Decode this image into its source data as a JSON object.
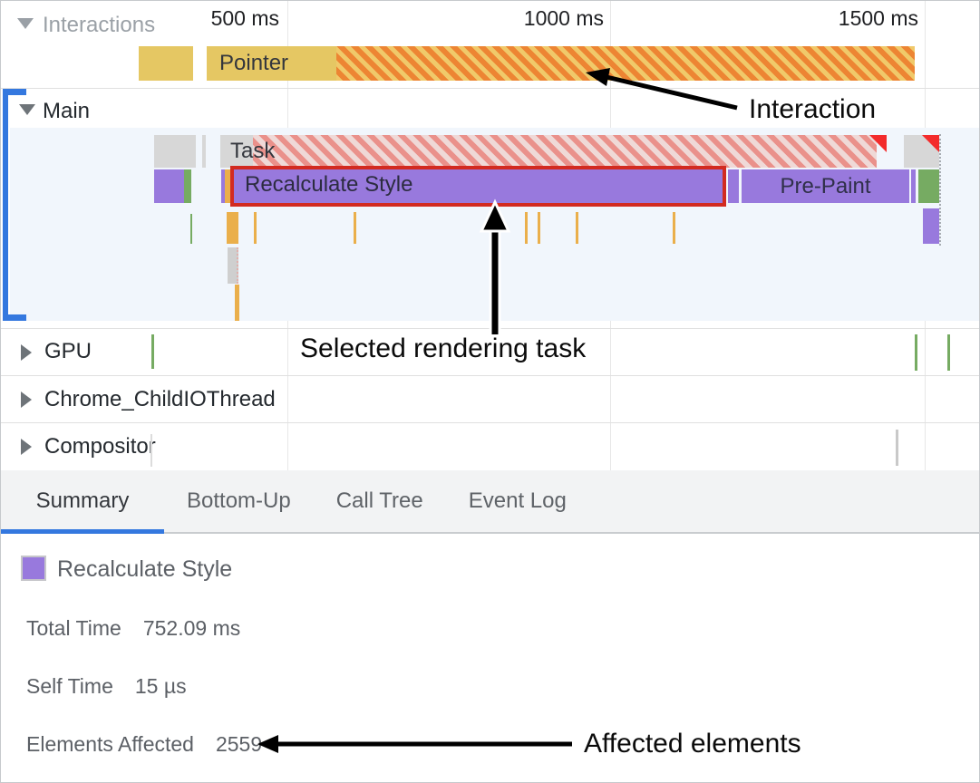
{
  "ruler": {
    "labels": [
      "500 ms",
      "1000 ms",
      "1500 ms"
    ]
  },
  "tracks": {
    "interactions": {
      "label": "Interactions",
      "pointer_label": "Pointer"
    },
    "main": {
      "label": "Main",
      "task_label": "Task",
      "selected_label": "Recalculate Style",
      "prepaint_label": "Pre-Paint"
    },
    "gpu": {
      "label": "GPU"
    },
    "chrome_childio": {
      "label": "Chrome_ChildIOThread"
    },
    "compositor": {
      "label": "Compositor"
    }
  },
  "tabs": [
    {
      "label": "Summary",
      "active": true
    },
    {
      "label": "Bottom-Up",
      "active": false
    },
    {
      "label": "Call Tree",
      "active": false
    },
    {
      "label": "Event Log",
      "active": false
    }
  ],
  "summary": {
    "title": "Recalculate Style",
    "rows": [
      {
        "label": "Total Time",
        "value": "752.09 ms"
      },
      {
        "label": "Self Time",
        "value": "15 µs"
      },
      {
        "label": "Elements Affected",
        "value": "2559"
      }
    ]
  },
  "annotations": {
    "interaction": "Interaction",
    "selected_task": "Selected rendering task",
    "affected": "Affected elements"
  },
  "colors": {
    "accent_blue": "#3478df",
    "selection_red": "#d22a20",
    "warning_red": "#f32b2b",
    "purple": "#9879dd",
    "green": "#76ab62",
    "yellow": "#e5c763",
    "orange_stripe": "#ed8533",
    "amber_tick": "#eaaf4b",
    "gray_bar": "#d7d7d7",
    "main_track_bg": "#f1f6fc",
    "tabbar_bg": "#f2f3f4",
    "summary_text": "#5c6066"
  }
}
